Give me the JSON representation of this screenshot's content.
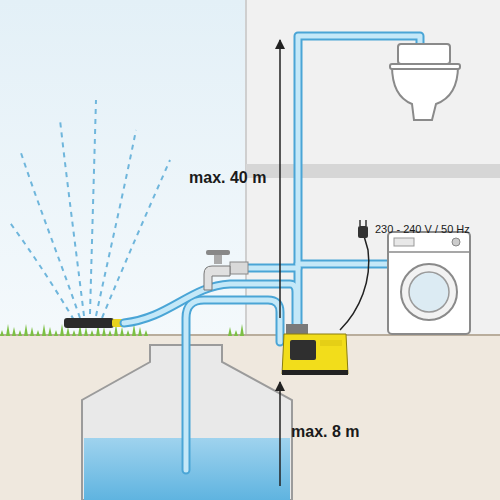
{
  "diagram": {
    "labels": [
      "max. 40 m",
      "max. 8 m",
      "230 - 240 V / 50 Hz"
    ]
  }
}
